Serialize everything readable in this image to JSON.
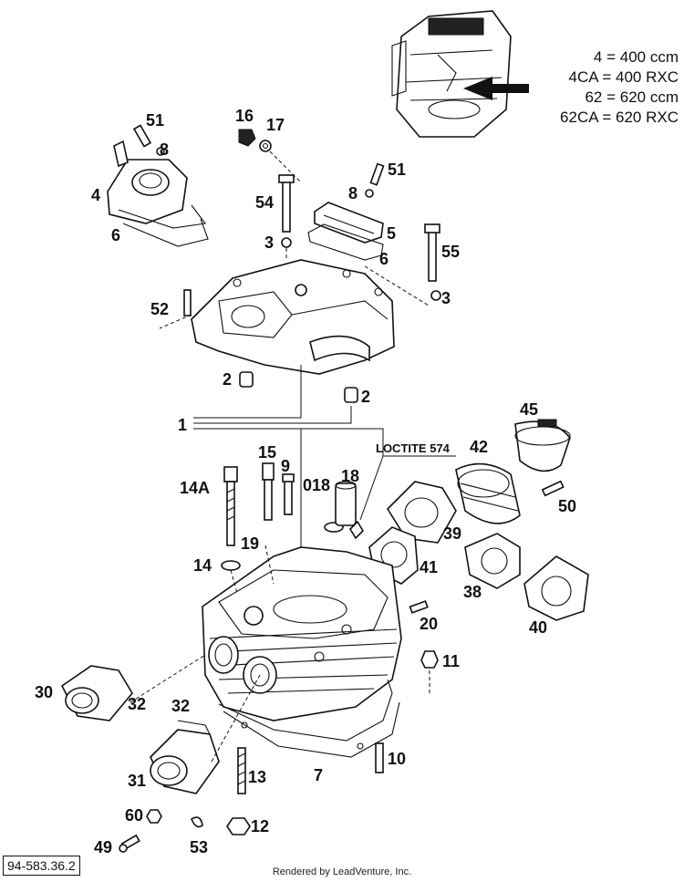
{
  "legend": [
    "4 = 400 ccm",
    "4CA = 400 RXC",
    "62 = 620 ccm",
    "62CA = 620 RXC"
  ],
  "callouts": {
    "c51a": "51",
    "c8a": "8",
    "c4": "4",
    "c6a": "6",
    "c16": "16",
    "c17": "17",
    "c54": "54",
    "c3a": "3",
    "c51b": "51",
    "c8b": "8",
    "c5": "5",
    "c6b": "6",
    "c55": "55",
    "c3b": "3",
    "c52": "52",
    "c2a": "2",
    "c2b": "2",
    "c1": "1",
    "c15": "15",
    "c9": "9",
    "c14a": "14A",
    "c018": "018",
    "c18": "18",
    "c45": "45",
    "c42": "42",
    "c50": "50",
    "c39": "39",
    "c41": "41",
    "c38": "38",
    "c40": "40",
    "c20": "20",
    "c14": "14",
    "c19": "19",
    "c11": "11",
    "c30": "30",
    "c32a": "32",
    "c32b": "32",
    "c31": "31",
    "c13": "13",
    "c7": "7",
    "c10": "10",
    "c60": "60",
    "c12": "12",
    "c49": "49",
    "c53": "53"
  },
  "loctite_note": "LOCTITE 574",
  "doc_number": "94-583.36.2",
  "footer": "Rendered by LeadVenture, Inc."
}
